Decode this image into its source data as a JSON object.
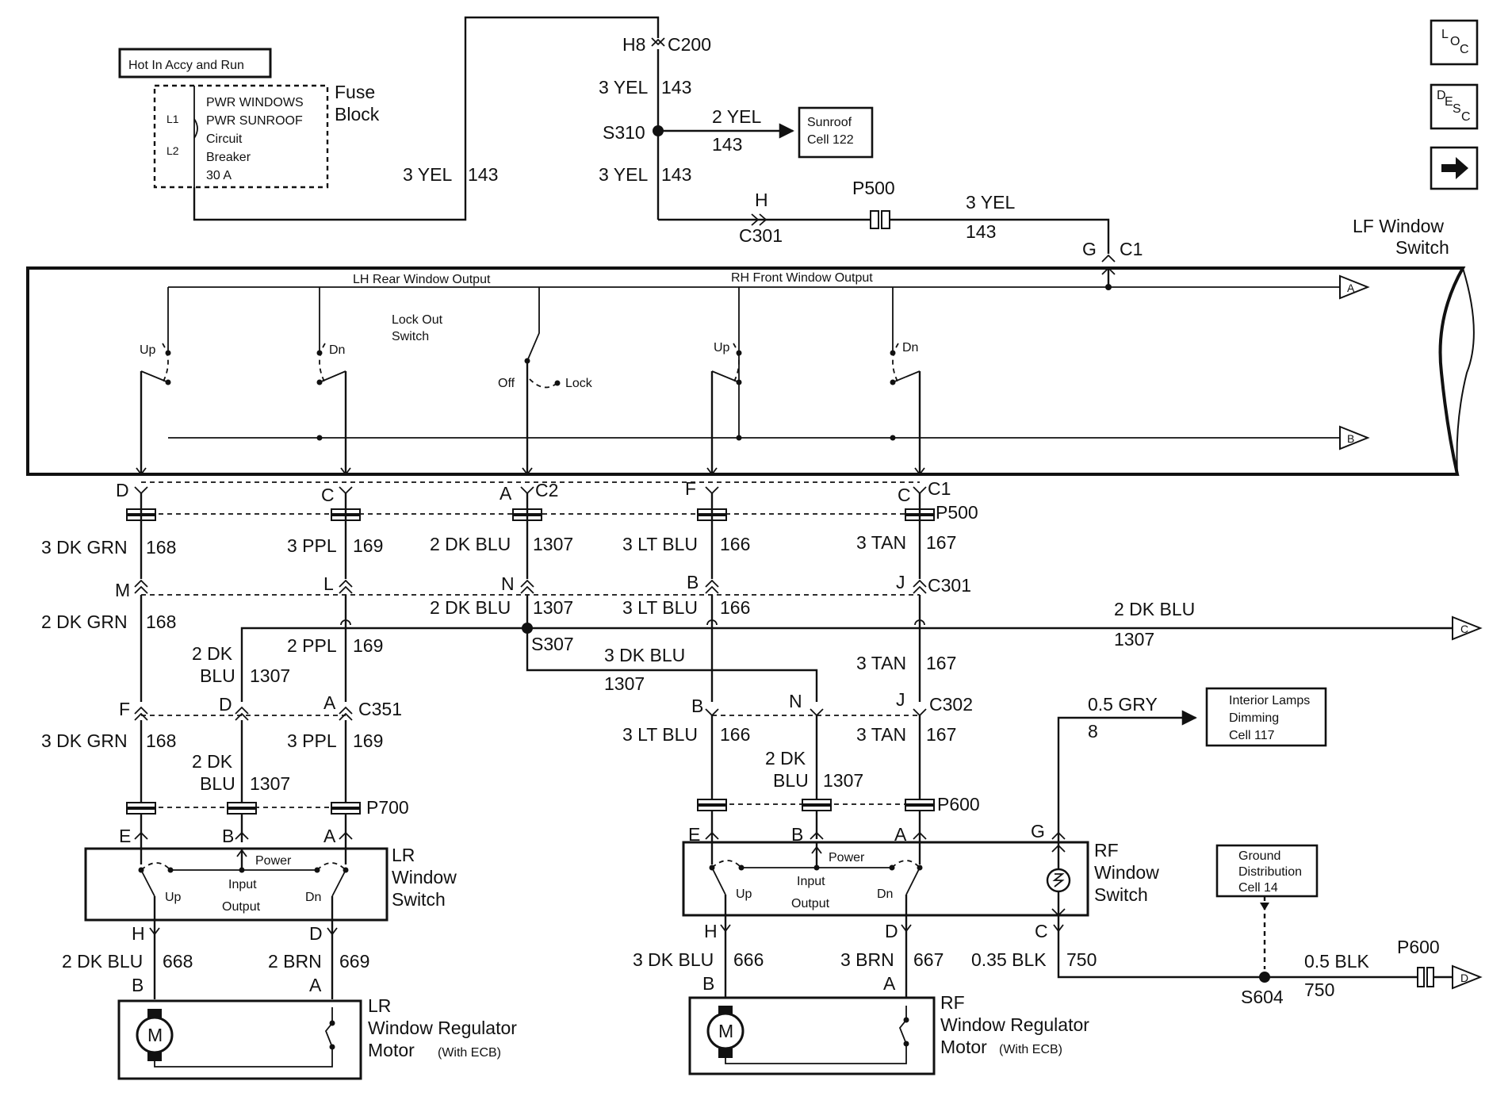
{
  "header": {
    "hot_label": "Hot In Accy and Run",
    "fuse_block": [
      "Fuse",
      "Block"
    ],
    "breaker_lines": [
      "PWR WINDOWS",
      "PWR SUNROOF",
      "Circuit",
      "Breaker",
      "30 A"
    ],
    "breaker_pins": [
      "L1",
      "L2"
    ]
  },
  "nav_icons": {
    "loc": "LOC",
    "desc": "DESC",
    "next": "next-arrow"
  },
  "top_wiring": {
    "conn_c200": [
      "H8",
      "C200"
    ],
    "feed_left": [
      "3 YEL",
      "143"
    ],
    "feed_mid1": [
      "3 YEL",
      "143"
    ],
    "feed_mid2": [
      "3 YEL",
      "143"
    ],
    "splice_s310": "S310",
    "sunroof_wire": [
      "2 YEL",
      "143"
    ],
    "sunroof_box": [
      "Sunroof",
      "Cell 122"
    ],
    "conn_c301_h": [
      "H",
      "C301"
    ],
    "p500": "P500",
    "lf_wire": [
      "3 YEL",
      "143"
    ],
    "lf_conn": [
      "G",
      "C1"
    ]
  },
  "lf_switch": {
    "title": [
      "LF Window",
      "Switch"
    ],
    "lh_rear_output": "LH Rear Window Output",
    "rh_front_output": "RH Front Window Output",
    "lockout": [
      "Lock Out",
      "Switch"
    ],
    "up1": "Up",
    "dn1": "Dn",
    "off": "Off",
    "lock": "Lock",
    "up2": "Up",
    "dn2": "Dn",
    "offpage_a": "A",
    "offpage_b": "B"
  },
  "harness": {
    "c2_pins": [
      "D",
      "C",
      "A",
      "C2",
      "F",
      "C",
      "C1"
    ],
    "p500": "P500",
    "row1": [
      [
        "3 DK GRN",
        "168"
      ],
      [
        "3 PPL",
        "169"
      ],
      [
        "2 DK BLU",
        "1307"
      ],
      [
        "3 LT BLU",
        "166"
      ],
      [
        "3 TAN",
        "167"
      ]
    ],
    "c301_pins": [
      "M",
      "L",
      "N",
      "B",
      "J",
      "C301"
    ],
    "row2": [
      [
        "2 DK GRN",
        "168"
      ],
      [
        "2 DK BLU",
        "1307"
      ],
      [
        "3 LT BLU",
        "166"
      ]
    ],
    "offpage_c_wire": [
      "2 DK BLU",
      "1307"
    ],
    "offpage_c": "C",
    "s307": "S307",
    "row3_left": [
      [
        "2 DK",
        "BLU",
        "1307"
      ],
      [
        "2 PPL",
        "169"
      ]
    ],
    "row3_right": [
      [
        "3 DK BLU",
        "1307"
      ],
      [
        "3 TAN",
        "167"
      ]
    ],
    "c351_pins": [
      "F",
      "D",
      "A",
      "C351"
    ],
    "c302_pins": [
      "B",
      "N",
      "J",
      "C302"
    ],
    "row4_left": [
      [
        "3 DK GRN",
        "168"
      ],
      [
        "2 DK",
        "BLU",
        "1307"
      ],
      [
        "3 PPL",
        "169"
      ]
    ],
    "row4_right": [
      [
        "3 LT BLU",
        "166"
      ],
      [
        "2 DK",
        "BLU",
        "1307"
      ],
      [
        "3 TAN",
        "167"
      ]
    ],
    "p700": "P700",
    "p600": "P600",
    "gry_wire": [
      "0.5 GRY",
      "8"
    ],
    "interior_box": [
      "Interior Lamps",
      "Dimming",
      "Cell 117"
    ]
  },
  "lr_switch": {
    "pins_top": [
      "E",
      "B",
      "A"
    ],
    "title": [
      "LR",
      "Window",
      "Switch"
    ],
    "power": "Power",
    "input": "Input",
    "output": "Output",
    "up": "Up",
    "dn": "Dn",
    "pins_bottom": [
      "H",
      "D"
    ],
    "wires": [
      [
        "2 DK BLU",
        "668"
      ],
      [
        "2 BRN",
        "669"
      ]
    ],
    "motor_pins": [
      "B",
      "A"
    ],
    "motor_title": [
      "LR",
      "Window Regulator",
      "Motor"
    ],
    "motor_note": "(With ECB)",
    "motor_symbol": "M"
  },
  "rf_switch": {
    "pins_top": [
      "E",
      "B",
      "A",
      "G"
    ],
    "title": [
      "RF",
      "Window",
      "Switch"
    ],
    "power": "Power",
    "input": "Input",
    "output": "Output",
    "up": "Up",
    "dn": "Dn",
    "pins_bottom": [
      "H",
      "D",
      "C"
    ],
    "wires": [
      [
        "3 DK BLU",
        "666"
      ],
      [
        "3 BRN",
        "667"
      ],
      [
        "0.35 BLK",
        "750"
      ]
    ],
    "motor_pins": [
      "B",
      "A"
    ],
    "motor_title": [
      "RF",
      "Window Regulator",
      "Motor"
    ],
    "motor_note": "(With ECB)",
    "motor_symbol": "M"
  },
  "ground": {
    "box": [
      "Ground",
      "Distribution",
      "Cell 14"
    ],
    "s604": "S604",
    "wire": [
      "0.5 BLK",
      "750"
    ],
    "p600": "P600",
    "offpage_d": "D"
  }
}
